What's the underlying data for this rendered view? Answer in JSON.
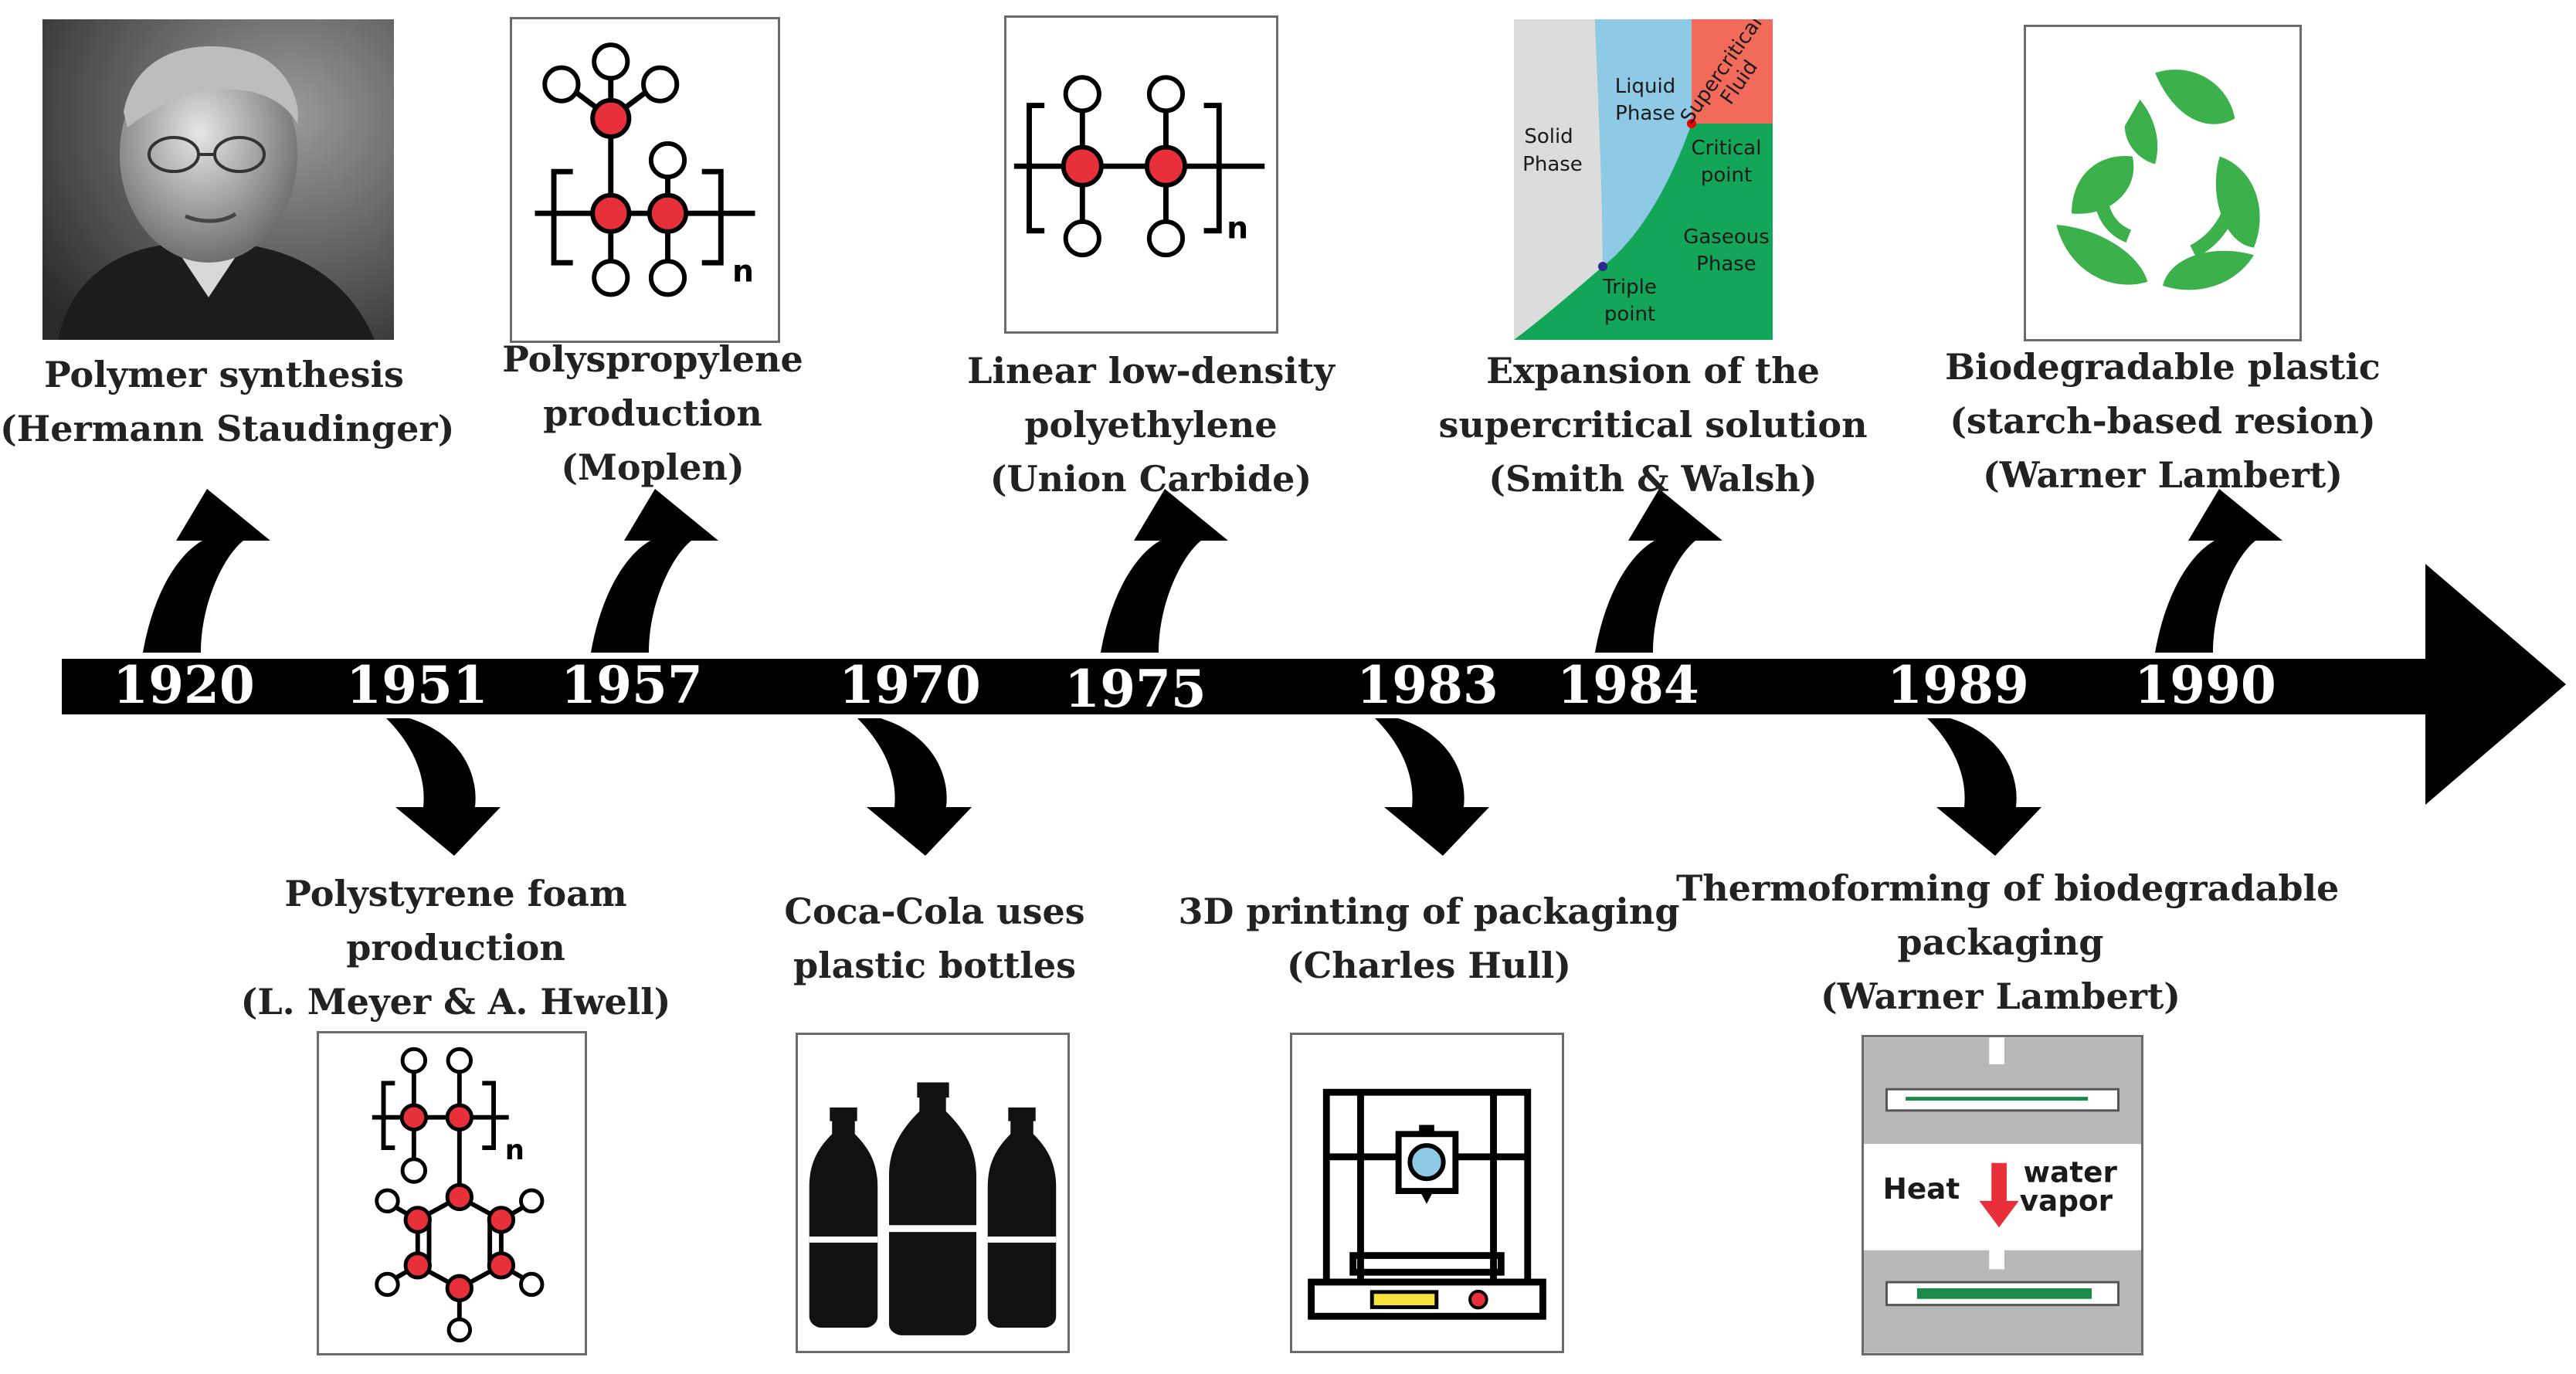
{
  "timeline": {
    "years": [
      "1920",
      "1951",
      "1957",
      "1970",
      "1975",
      "1983",
      "1984",
      "1989",
      "1990"
    ]
  },
  "events": {
    "e1920": {
      "lines": [
        "Polymer synthesis",
        "(Hermann Staudinger)"
      ]
    },
    "e1951": {
      "lines": [
        "Polystyrene foam",
        "production",
        "(L. Meyer & A. Hwell)"
      ]
    },
    "e1957": {
      "lines": [
        "Polyspropylene",
        "production",
        "(Moplen)"
      ]
    },
    "e1970": {
      "lines": [
        "Coca-Cola uses",
        "plastic bottles"
      ]
    },
    "e1975": {
      "lines": [
        "Linear low-density",
        "polyethylene",
        "(Union Carbide)"
      ]
    },
    "e1983": {
      "lines": [
        "3D printing of packaging",
        "(Charles Hull)"
      ]
    },
    "e1984": {
      "lines": [
        "Expansion of the",
        "supercritical solution",
        "(Smith & Walsh)"
      ]
    },
    "e1989": {
      "lines": [
        "Thermoforming of biodegradable",
        "packaging",
        "(Warner Lambert)"
      ]
    },
    "e1990": {
      "lines": [
        "Biodegradable plastic",
        "(starch-based resion)",
        "(Warner Lambert)"
      ]
    }
  },
  "phase_diagram": {
    "solid": [
      "Solid",
      "Phase"
    ],
    "liquid": [
      "Liquid",
      "Phase"
    ],
    "supercritical": [
      "Supercritical",
      "Fluid"
    ],
    "critical": [
      "Critical",
      "point"
    ],
    "gaseous": [
      "Gaseous",
      "Phase"
    ],
    "triple": [
      "Triple",
      "point"
    ]
  },
  "polymer_subscript": "n",
  "thermoforming": {
    "heat": "Heat",
    "vapor": [
      "water",
      "vapor"
    ]
  },
  "colors": {
    "timeline": "#000000",
    "atom": "#e8303a",
    "solid": "#dcdcdc",
    "liquid": "#8ecae6",
    "gas": "#13a558",
    "supercritical": "#f26a5a",
    "leaf": "#3cb04a",
    "film": "#1e8a4a"
  }
}
